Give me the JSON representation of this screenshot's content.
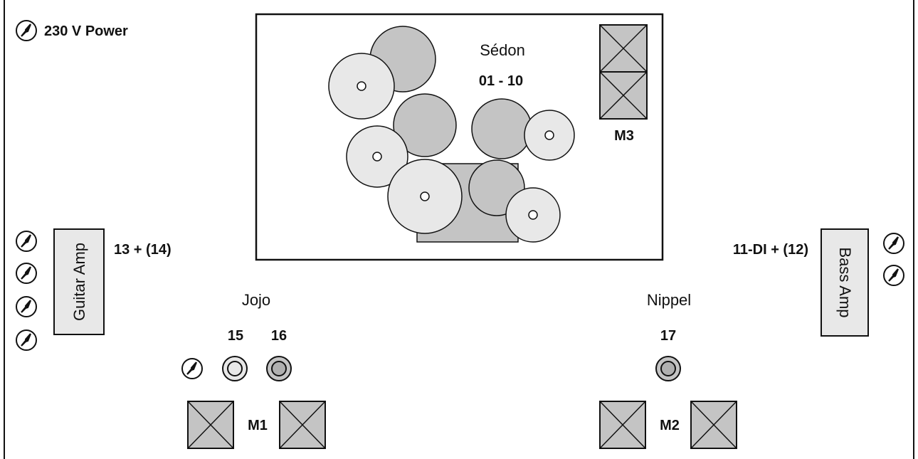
{
  "power": {
    "label": "230 V Power"
  },
  "drums": {
    "name": "Sédon",
    "channels": "01 - 10",
    "monitor": "M3"
  },
  "guitar": {
    "amp_label": "Guitar Amp",
    "channels": "13 + (14)"
  },
  "bass": {
    "amp_label": "Bass Amp",
    "channels": "11-DI + (12)"
  },
  "jojo": {
    "name": "Jojo",
    "ch_a": "15",
    "ch_b": "16",
    "monitor": "M1"
  },
  "nippel": {
    "name": "Nippel",
    "channel": "17",
    "monitor": "M2"
  },
  "colors": {
    "dark_gray": "#c4c4c4",
    "light_gray": "#e8e8e8",
    "stroke": "#111111"
  },
  "icons": [
    "power-outlet-icon",
    "microphone-stand-icon",
    "monitor-wedge-icon"
  ]
}
